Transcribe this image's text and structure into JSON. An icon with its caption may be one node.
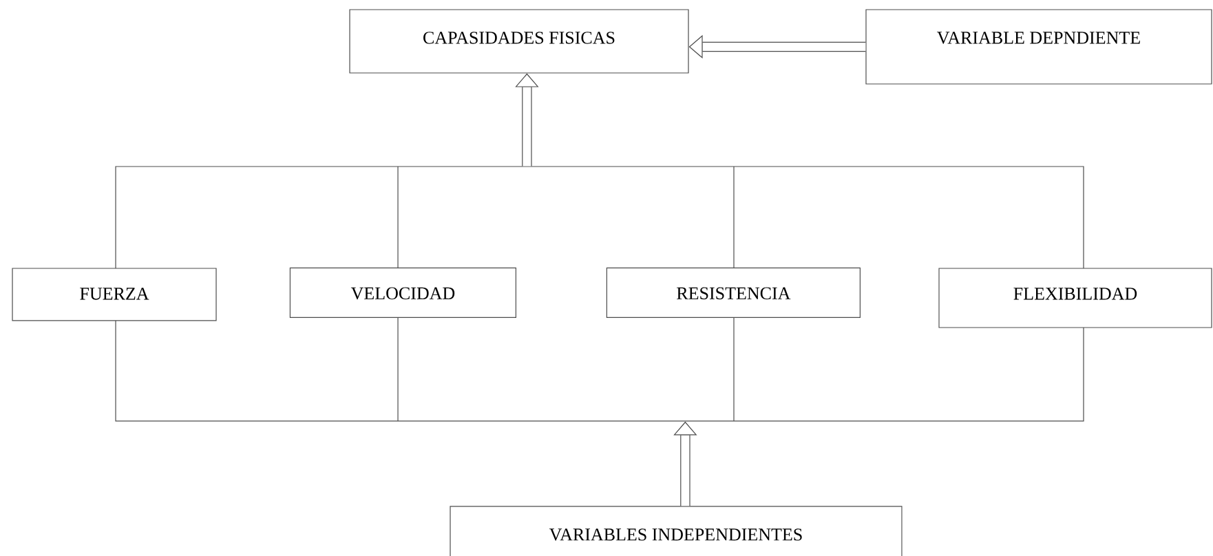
{
  "diagram": {
    "nodes": [
      {
        "text": [
          "CAPASIDADES FISICAS"
        ]
      },
      {
        "text": [
          "VARIABLE DEPNDIENTE"
        ]
      },
      {
        "text": [],
        "shape": "box"
      },
      {
        "text": [
          "FUERZA"
        ]
      },
      {
        "text": [
          "VELOCIDAD"
        ],
        "in": 2
      },
      {
        "text": [
          "RESISTENCIA"
        ],
        "in": 2
      },
      {
        "text": [
          "FLEXIBILIDAD"
        ]
      },
      {
        "text": [
          "VARIABLES INDEPENDIENTES"
        ]
      }
    ],
    "edges": [
      {
        "from": 1,
        "to": 0,
        "arrow": "to"
      },
      {
        "from": 2,
        "to": 0,
        "arrow": "to"
      },
      {
        "from": 7,
        "to": 2,
        "arrow": "to"
      }
    ]
  }
}
